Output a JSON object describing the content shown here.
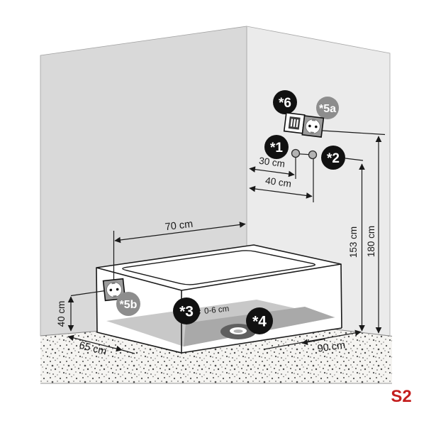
{
  "figure": {
    "sheet_code": "S2",
    "description": "Shower/bath installation wall diagram with connection points"
  },
  "colors": {
    "wall_left": "#d9d9d9",
    "wall_right": "#ebebeb",
    "floor_base": "#f5f4f1",
    "floor_dot": "#4d4d4d",
    "tray_light": "#c8c8c8",
    "tray_dark": "#a9a9a9",
    "drain_dark": "#5f5f5f",
    "marker_black": "#111111",
    "marker_gray": "#8d8d8d",
    "line": "#1a1a1a",
    "sheet_code_red": "#c41e1e"
  },
  "markers": {
    "m1": "*1",
    "m2": "*2",
    "m3": "*3",
    "m4": "*4",
    "m5a": "*5a",
    "m5b": "*5b",
    "m6": "*6"
  },
  "measurements": {
    "d30": "30 cm",
    "d40_top": "40 cm",
    "d70": "70 cm",
    "d153": "153 cm",
    "d180": "180 cm",
    "d40_left": "40 cm",
    "d65": "65 cm",
    "d90": "90 cm",
    "d06": "0-6 cm"
  }
}
